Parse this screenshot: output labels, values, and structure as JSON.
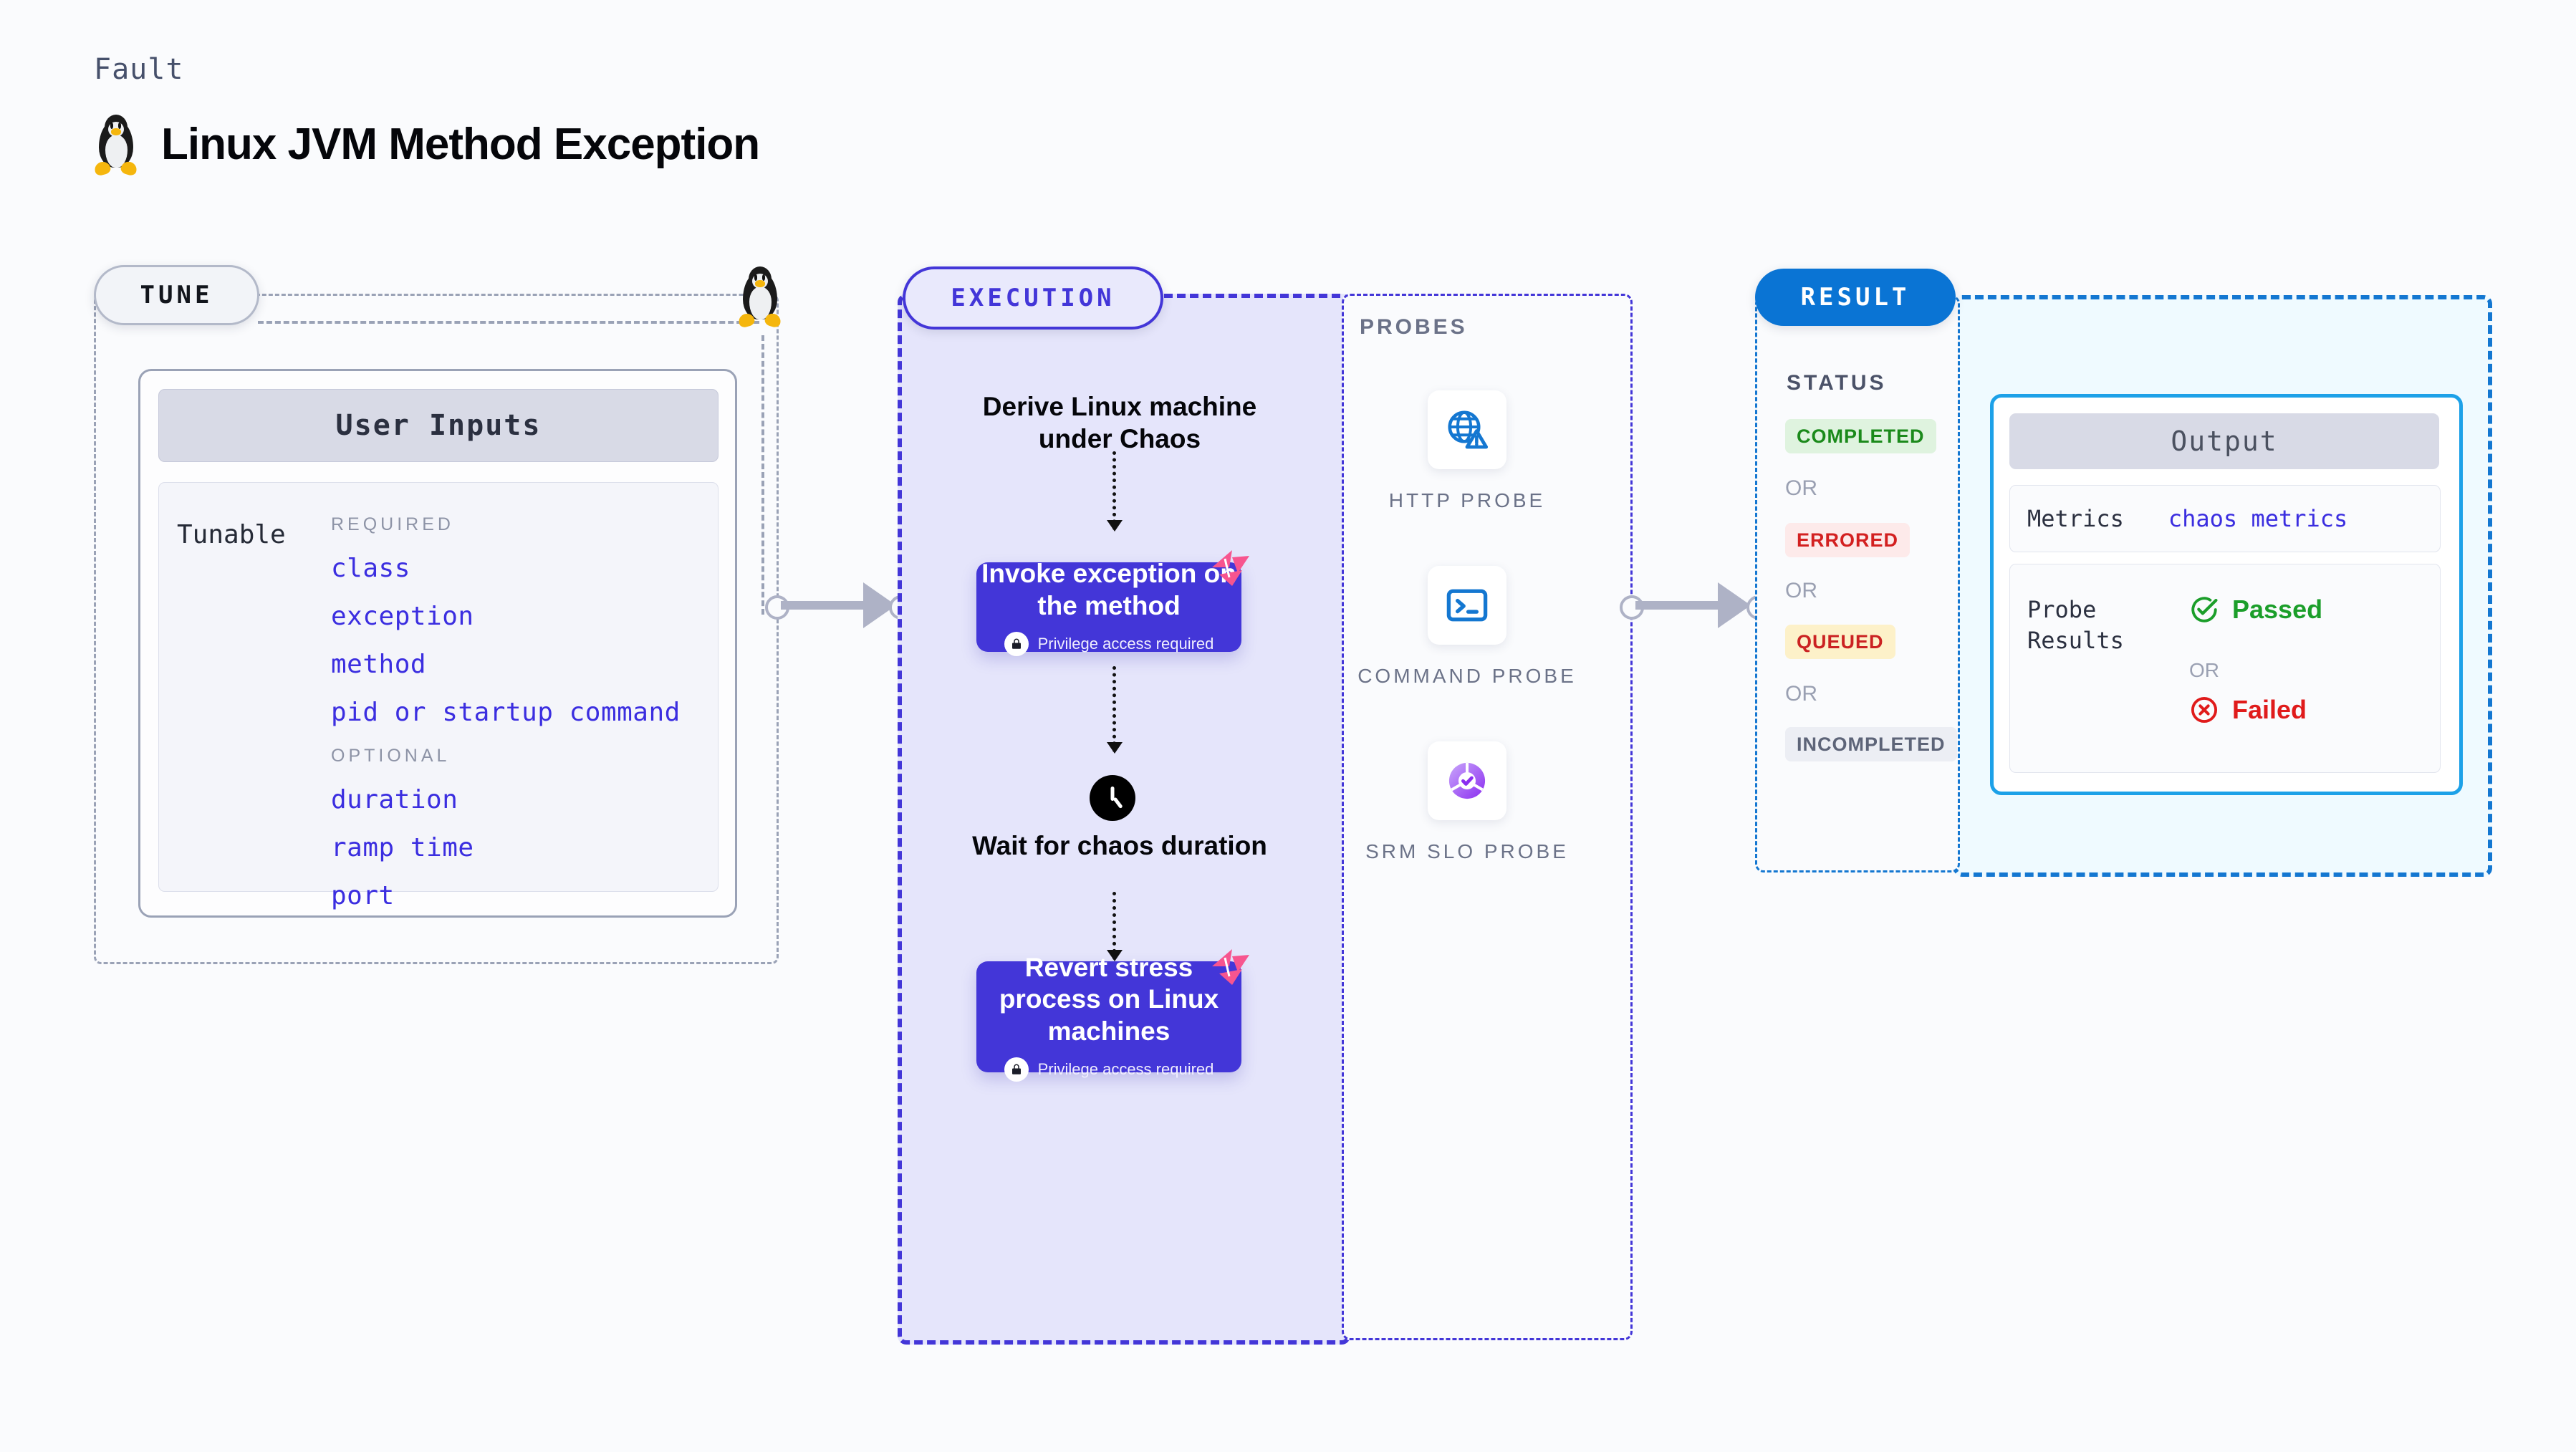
{
  "header": {
    "eyebrow": "Fault",
    "title": "Linux JVM Method Exception",
    "os_icon": "linux-penguin-icon"
  },
  "tune": {
    "pill_label": "TUNE",
    "card_title": "User Inputs",
    "tunable_label": "Tunable",
    "groups": [
      {
        "label": "REQUIRED",
        "fields": [
          "class",
          "exception",
          "method",
          "pid or startup command"
        ]
      },
      {
        "label": "OPTIONAL",
        "fields": [
          "duration",
          "ramp time",
          "port"
        ]
      }
    ]
  },
  "execution": {
    "pill_label": "EXECUTION",
    "steps": [
      {
        "type": "text",
        "title": "Derive Linux machine under Chaos"
      },
      {
        "type": "card",
        "title": "Invoke exception on the method",
        "note": "Privilege access required",
        "badge": "harness-logo-icon",
        "lock": "lock-icon"
      },
      {
        "type": "clock",
        "title": "Wait for chaos duration",
        "icon": "clock-icon"
      },
      {
        "type": "card",
        "title": "Revert stress process on Linux machines",
        "note": "Privilege access required",
        "badge": "harness-logo-icon",
        "lock": "lock-icon"
      }
    ]
  },
  "probes": {
    "label": "PROBES",
    "items": [
      {
        "caption": "HTTP PROBE",
        "icon": "globe-warning-icon"
      },
      {
        "caption": "COMMAND PROBE",
        "icon": "terminal-icon"
      },
      {
        "caption": "SRM SLO PROBE",
        "icon": "slo-donut-check-icon"
      }
    ]
  },
  "result": {
    "pill_label": "RESULT",
    "status_label": "STATUS",
    "or_label": "OR",
    "statuses": [
      {
        "label": "COMPLETED",
        "bg": "#dff3df",
        "fg": "#1b8a1b"
      },
      {
        "label": "ERRORED",
        "bg": "#fdeaea",
        "fg": "#d32020"
      },
      {
        "label": "QUEUED",
        "bg": "#fdf1c9",
        "fg": "#cb2222"
      },
      {
        "label": "INCOMPLETED",
        "bg": "#eceef4",
        "fg": "#5d6478"
      }
    ],
    "output": {
      "title": "Output",
      "metrics_label": "Metrics",
      "metrics_value": "chaos metrics",
      "probe_results_label": "Probe Results",
      "passed_label": "Passed",
      "failed_label": "Failed",
      "or_label": "OR",
      "passed_icon": "check-circle-icon",
      "failed_icon": "x-circle-icon",
      "passed_color": "#1b9e2a",
      "failed_color": "#e01b1b"
    }
  },
  "colors": {
    "purple": "#4336d8",
    "exec_bg": "#e5e5fb",
    "result_blue": "#0a74d4",
    "output_border": "#1da1e8",
    "output_bg": "#effaff",
    "field_link": "#3b2ee0",
    "pink": "#f7558f"
  }
}
